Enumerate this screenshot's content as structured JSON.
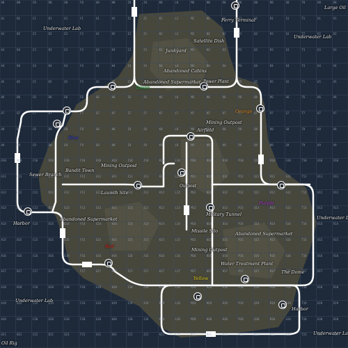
{
  "map": {
    "grid_cols": 22,
    "grid_rows": 22,
    "col_letters": [
      "A",
      "B",
      "C",
      "D",
      "E",
      "F",
      "G",
      "H",
      "I",
      "J",
      "K",
      "L",
      "M",
      "N",
      "O",
      "P",
      "Q",
      "R",
      "S",
      "T",
      "U",
      "V"
    ],
    "colors": {
      "background": "#1e2a3a",
      "land": "#4a4a3e",
      "rail": "#ffffff",
      "grid": "#3a4a60",
      "green": "#1fae3a",
      "blue": "#2a3ad8",
      "orange": "#e08a1a",
      "purple": "#b03ad8",
      "red": "#d8261a",
      "yellow": "#e8d21a"
    }
  },
  "pois": {
    "large_oil": "Large Oil",
    "underwater_lab_1": "Underwater Lab",
    "ferry_terminal": "Ferry Terminal",
    "satellite_dish": "Satellite Dish",
    "underwater_lab_2": "Underwater Lab",
    "junkyard": "Junkyard",
    "abandoned_cabins": "Abandoned Cabins",
    "abandoned_supermarket_1": "Abandoned Supermarket",
    "power_plant": "Power Plant",
    "mining_outpost_1": "Mining Outpost",
    "airfield": "Airfield",
    "sewer_branch": "Sewer Branch",
    "bandit_town": "Bandit Town",
    "mining_outpost_2": "Mining Outpost",
    "launch_site": "Launch Site",
    "outpost": "Outpost",
    "harbor_1": "Harbor",
    "abandoned_supermarket_2": "Abandoned Supermarket",
    "military_tunnel": "Military Tunnel",
    "underwater_lab_3": "Underwater Lab",
    "missile_silo": "Missile Silo",
    "abandoned_supermarket_3": "Abandoned Supermarket",
    "mining_outpost_3": "Mining Outpost",
    "water_treatment_plant": "Water Treatment Plant",
    "the_dome": "The Dome",
    "underwater_lab_4": "Underwater Lab",
    "harbor_2": "Harbor",
    "underwater_lab_5": "Underwater Lab",
    "oil_rig": "Oil Rig"
  },
  "teams": {
    "green": "Green",
    "blue": "Blue",
    "orange": "Orange",
    "purple": "Purple",
    "red": "Red",
    "yellow": "Yellow"
  }
}
